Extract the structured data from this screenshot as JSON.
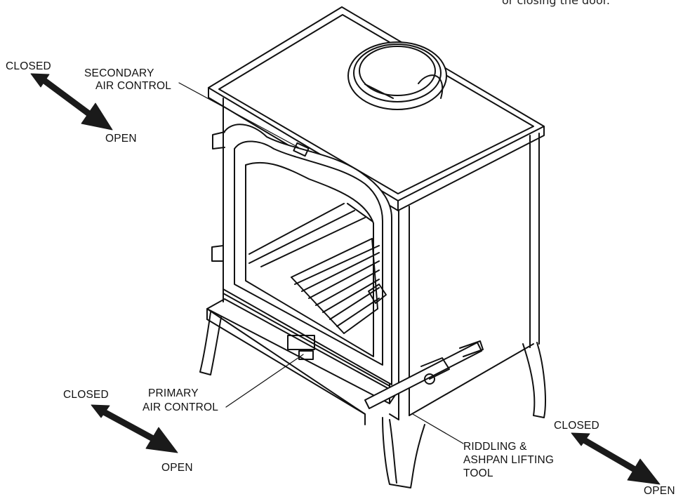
{
  "figure": {
    "top_caption_partial": "or closing the door.",
    "labels": {
      "secondary_control": [
        "SECONDARY",
        "AIR CONTROL"
      ],
      "primary_control": [
        "PRIMARY",
        "AIR CONTROL"
      ],
      "riddling_tool": [
        "RIDDLING &",
        "ASHPAN LIFTING",
        "TOOL"
      ]
    },
    "arrows": {
      "top_left": {
        "closed": "CLOSED",
        "open": "OPEN"
      },
      "bottom_left": {
        "closed": "CLOSED",
        "open": "OPEN"
      },
      "bottom_right": {
        "closed": "CLOSED",
        "open": "OPEN"
      }
    },
    "colors": {
      "line": "#111111",
      "arrow": "#1a1a1a",
      "background": "#ffffff"
    },
    "icons": [
      "stove-illustration",
      "direction-arrow"
    ]
  }
}
